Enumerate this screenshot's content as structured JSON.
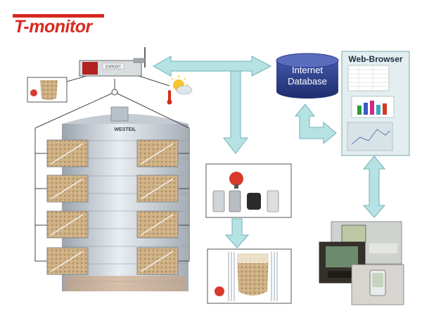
{
  "logo": {
    "text": "T-monitor",
    "color": "#d82a1f"
  },
  "database": {
    "line1": "Internet",
    "line2": "Database",
    "color": "#2c3c8c"
  },
  "browser": {
    "title": "Web-Browser"
  },
  "sensor_box": {
    "label": "EXPEDIT"
  },
  "silo": {
    "brand": "WESTEIL"
  },
  "colors": {
    "arrow": "#b6e2e4",
    "arrow_stroke": "#6fb3b8",
    "panel": "#e3eef0"
  }
}
